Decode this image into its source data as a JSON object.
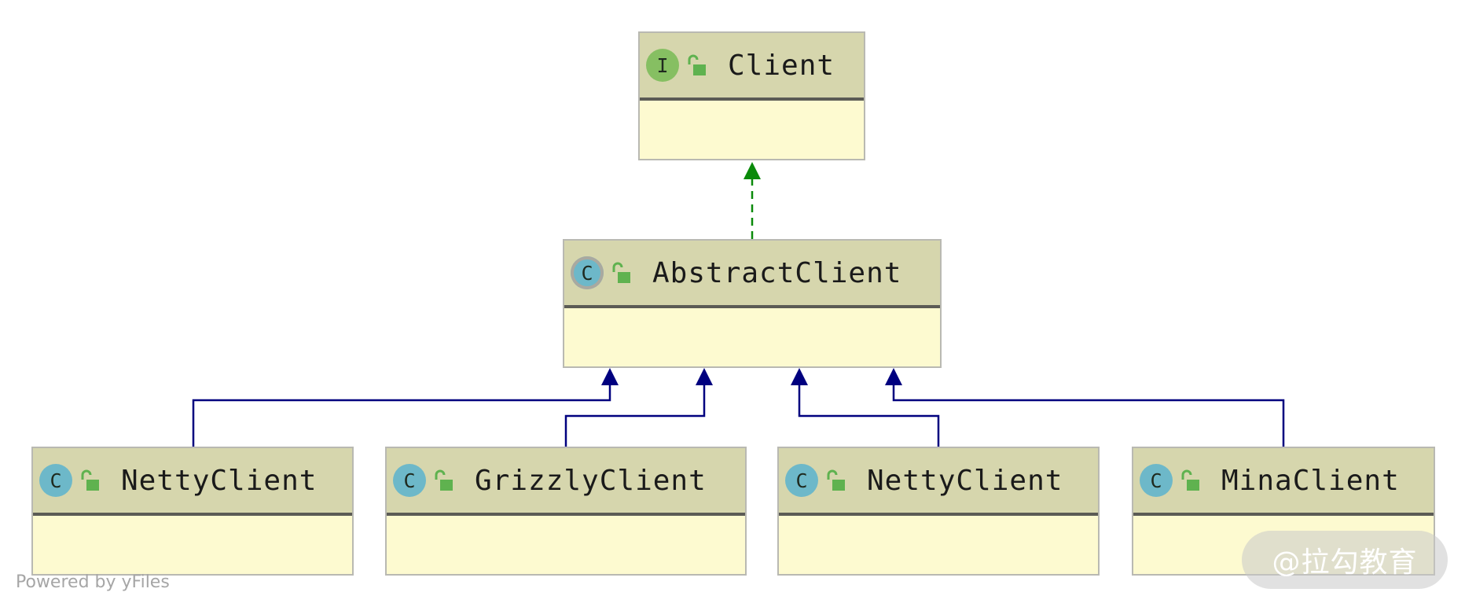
{
  "diagram": {
    "nodes": {
      "client": {
        "stereotype": "I",
        "name": "Client"
      },
      "abstract_client": {
        "stereotype": "C",
        "name": "AbstractClient"
      },
      "netty_client_1": {
        "stereotype": "C",
        "name": "NettyClient"
      },
      "grizzly_client": {
        "stereotype": "C",
        "name": "GrizzlyClient"
      },
      "netty_client_2": {
        "stereotype": "C",
        "name": "NettyClient"
      },
      "mina_client": {
        "stereotype": "C",
        "name": "MinaClient"
      }
    },
    "edges": [
      {
        "from": "abstract_client",
        "to": "client",
        "kind": "implements"
      },
      {
        "from": "netty_client_1",
        "to": "abstract_client",
        "kind": "extends"
      },
      {
        "from": "grizzly_client",
        "to": "abstract_client",
        "kind": "extends"
      },
      {
        "from": "netty_client_2",
        "to": "abstract_client",
        "kind": "extends"
      },
      {
        "from": "mina_client",
        "to": "abstract_client",
        "kind": "extends"
      }
    ]
  },
  "colors": {
    "implements_edge": "#0a8a0a",
    "extends_edge": "#00007f",
    "interface_badge": "#86bf62",
    "class_badge": "#6db8c9",
    "access_icon": "#5fb24f"
  },
  "footer": {
    "powered_by": "Powered by yFiles"
  },
  "watermark": {
    "text": "@拉勾教育"
  }
}
